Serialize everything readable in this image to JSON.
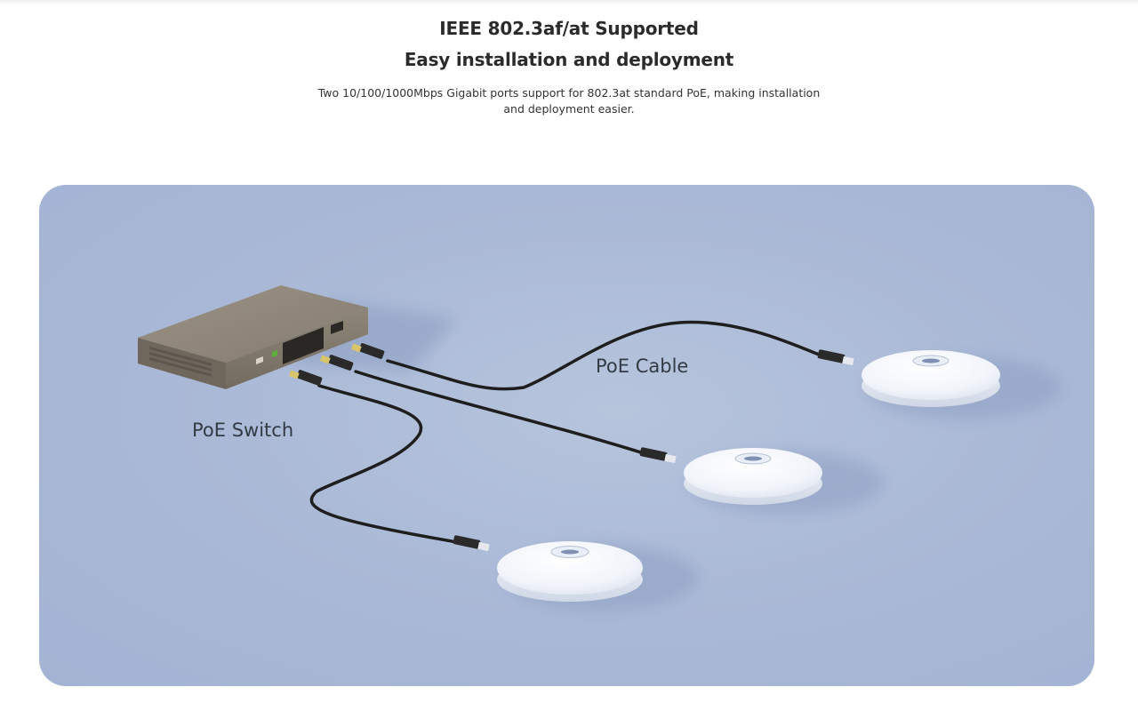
{
  "header": {
    "title_line1": "IEEE 802.3af/at Supported",
    "title_line2": "Easy installation and deployment",
    "description": "Two 10/100/1000Mbps Gigabit ports support for 802.3at standard PoE, making installation and deployment easier."
  },
  "diagram": {
    "cable_label": "PoE Cable",
    "switch_label": "PoE Switch"
  },
  "colors": {
    "scene_background": "#a9b8d6",
    "switch_body": "#8b8275",
    "cable": "#1e1e1e",
    "access_point": "#f4f6fb"
  },
  "icons": [
    "poe-switch-icon",
    "ethernet-connector-icon",
    "access-point-icon"
  ]
}
